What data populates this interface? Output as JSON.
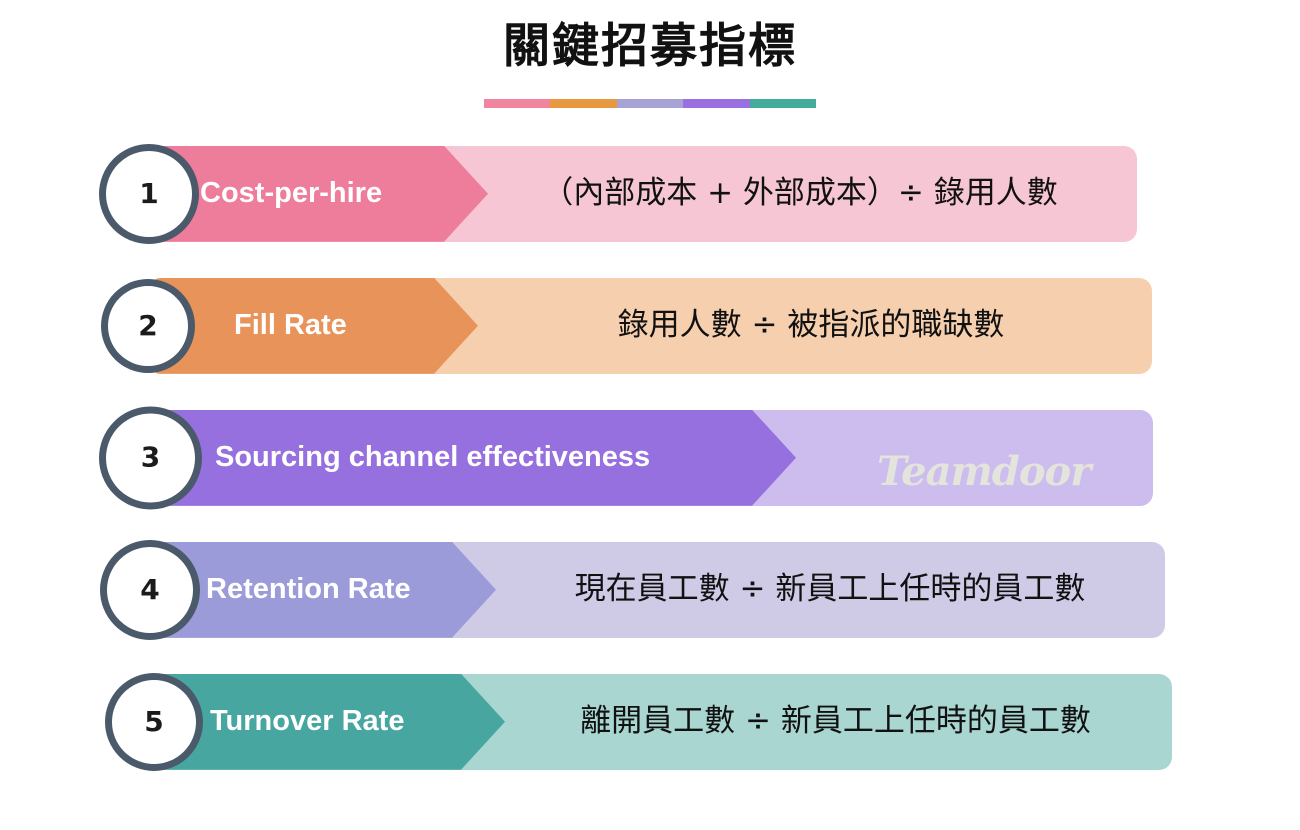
{
  "header": {
    "title": "關鍵招募指標",
    "rule_colors": [
      "#F1849E",
      "#E8993F",
      "#A7A3D4",
      "#9A6FE0",
      "#45AB9B"
    ]
  },
  "watermark": {
    "text": "Teamdoor",
    "color": "#E3E5DC"
  },
  "rows": [
    {
      "number": "1",
      "label": "Cost-per-hire",
      "formula": "（內部成本 + 外部成本）÷ 錄用人數",
      "arrow_color": "#EE7C9B",
      "pill_color": "#F7C6D5"
    },
    {
      "number": "2",
      "label": "Fill Rate",
      "formula": "錄用人數 ÷ 被指派的職缺數",
      "arrow_color": "#E8935A",
      "pill_color": "#F6CFAE"
    },
    {
      "number": "3",
      "label": "Sourcing channel effectiveness",
      "formula": "",
      "arrow_color": "#9670DF",
      "pill_color": "#CDBCEE"
    },
    {
      "number": "4",
      "label": "Retention Rate",
      "formula": "現在員工數 ÷ 新員工上任時的員工數",
      "arrow_color": "#9B9BD9",
      "pill_color": "#CFCBE7"
    },
    {
      "number": "5",
      "label": "Turnover Rate",
      "formula": "離開員工數 ÷ 新員工上任時的員工數",
      "arrow_color": "#47A6A0",
      "pill_color": "#A9D6D1"
    }
  ],
  "badge": {
    "border_color": "#4B5A6B",
    "fill_color": "#FFFFFF"
  }
}
